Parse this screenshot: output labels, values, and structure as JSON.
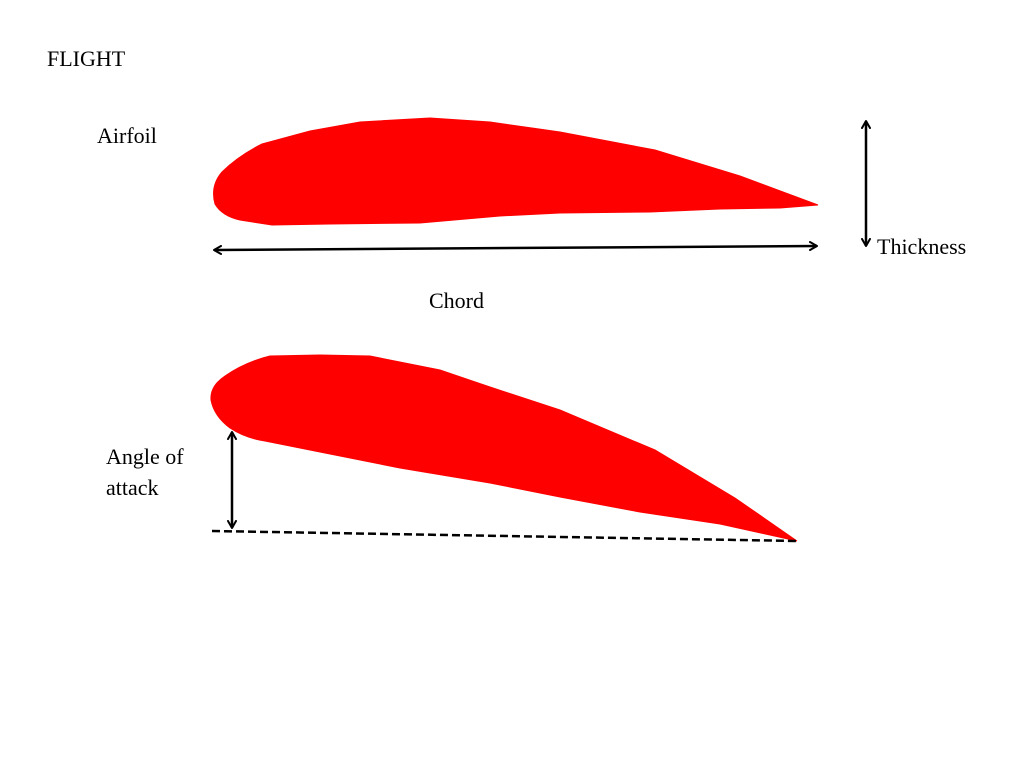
{
  "slide": {
    "title": "FLIGHT",
    "labels": {
      "airfoil": "Airfoil",
      "thickness": "Thickness",
      "chord": "Chord",
      "angle_of_attack_line1": "Angle of",
      "angle_of_attack_line2": "attack"
    },
    "colors": {
      "airfoil_fill": "#ff0000",
      "line": "#000000",
      "background": "#ffffff"
    },
    "icons": {
      "chord_arrow": "double-headed-horizontal-arrow",
      "thickness_arrow": "double-headed-vertical-arrow",
      "angle_arrow": "double-headed-vertical-arrow",
      "chord_reference_line": "dashed-line"
    }
  }
}
